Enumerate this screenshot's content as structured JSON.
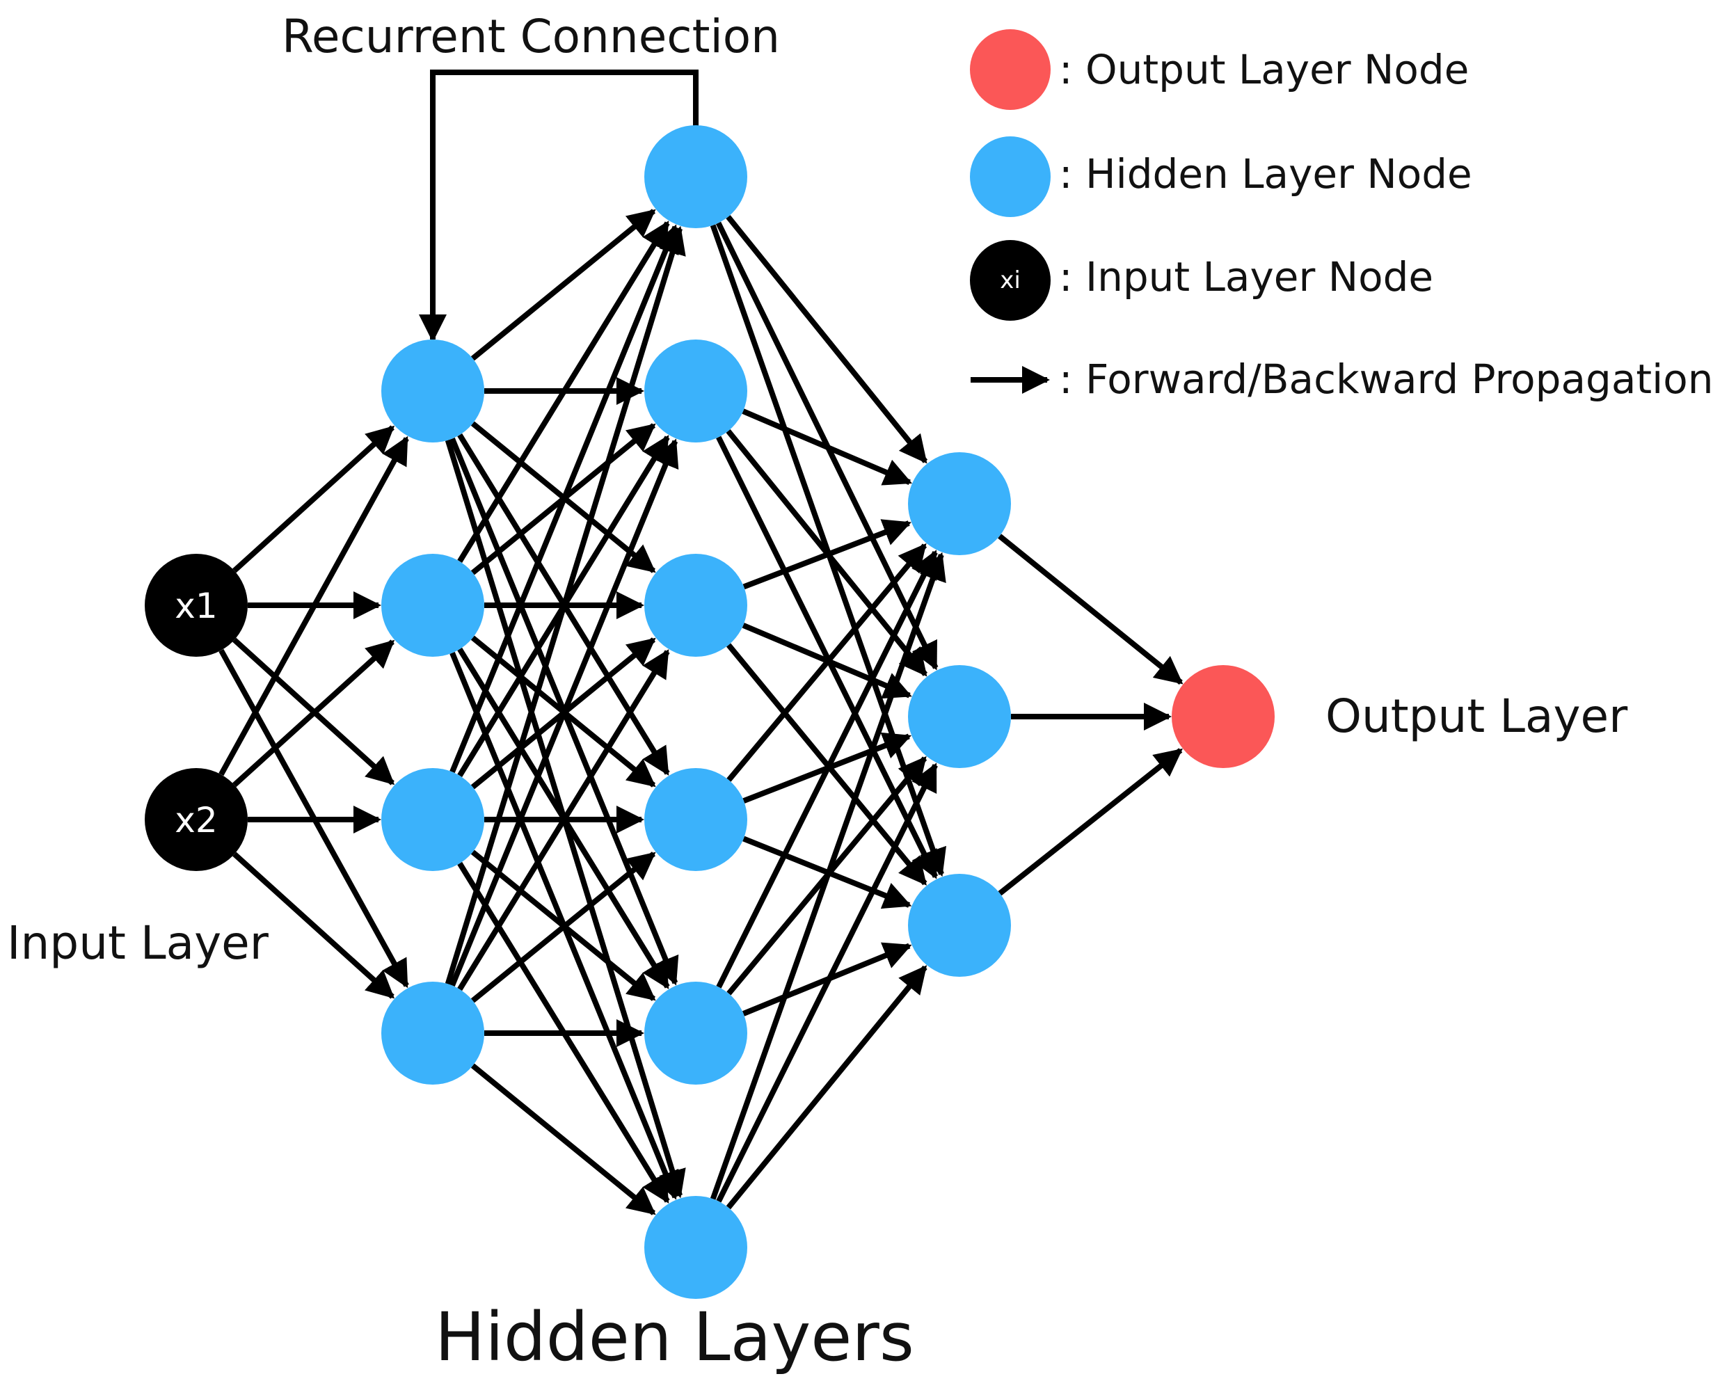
{
  "title_recurrent": "Recurrent Connection",
  "label_input_layer": "Input Layer",
  "label_hidden_layers": "Hidden Layers",
  "label_output_layer": "Output Layer",
  "legend": {
    "output_node": ": Output Layer Node",
    "hidden_node": ": Hidden Layer Node",
    "input_node": ": Input Layer Node",
    "input_node_glyph": "xi",
    "arrow": ": Forward/Backward Propagation"
  },
  "input_nodes": [
    "x1",
    "x2"
  ],
  "layer_sizes": [
    2,
    4,
    6,
    3,
    1
  ],
  "colors": {
    "hidden": "#3bb2fb",
    "output": "#fb5757",
    "input": "#000000",
    "edge": "#000000"
  }
}
